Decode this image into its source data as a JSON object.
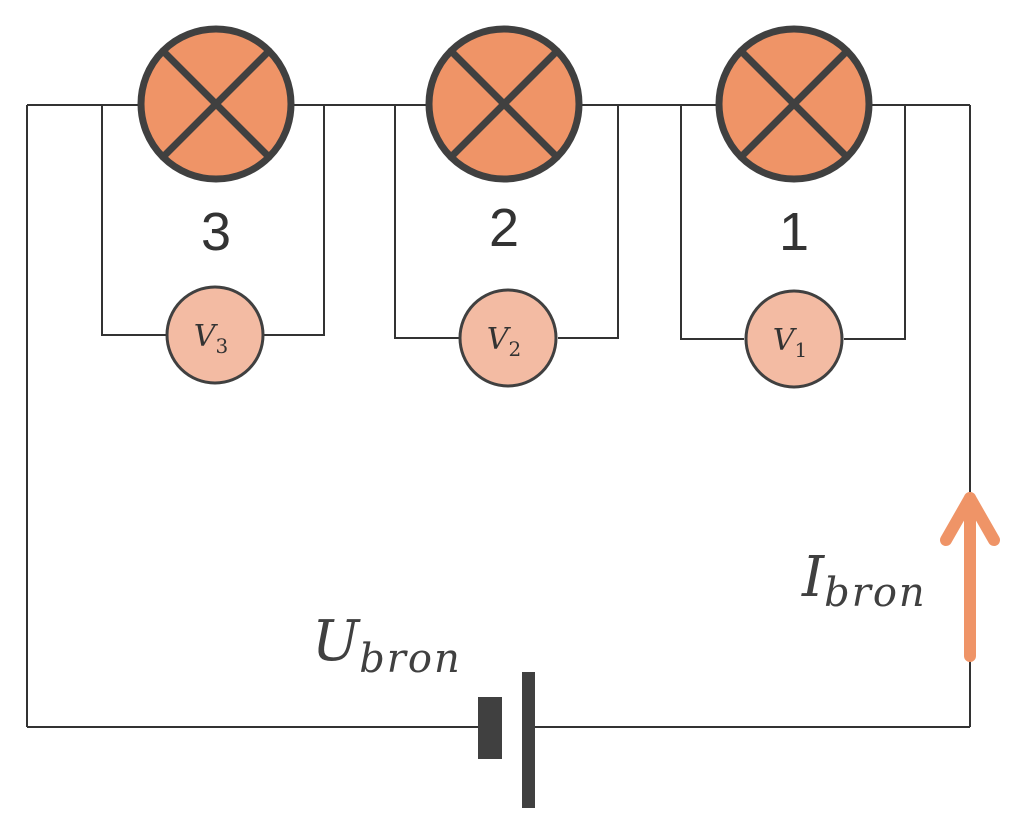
{
  "lamps": [
    {
      "number": "3"
    },
    {
      "number": "2"
    },
    {
      "number": "1"
    }
  ],
  "voltmeters": [
    {
      "symbol": "V",
      "subscript": "3"
    },
    {
      "symbol": "V",
      "subscript": "2"
    },
    {
      "symbol": "V",
      "subscript": "1"
    }
  ],
  "battery": {
    "symbol": "U",
    "subscript": "bron"
  },
  "current": {
    "symbol": "I",
    "subscript": "bron"
  },
  "colors": {
    "lamp_fill": "#ef9467",
    "meter_fill": "#f3bba3",
    "outline": "#404040",
    "arrow": "#ef9467"
  }
}
